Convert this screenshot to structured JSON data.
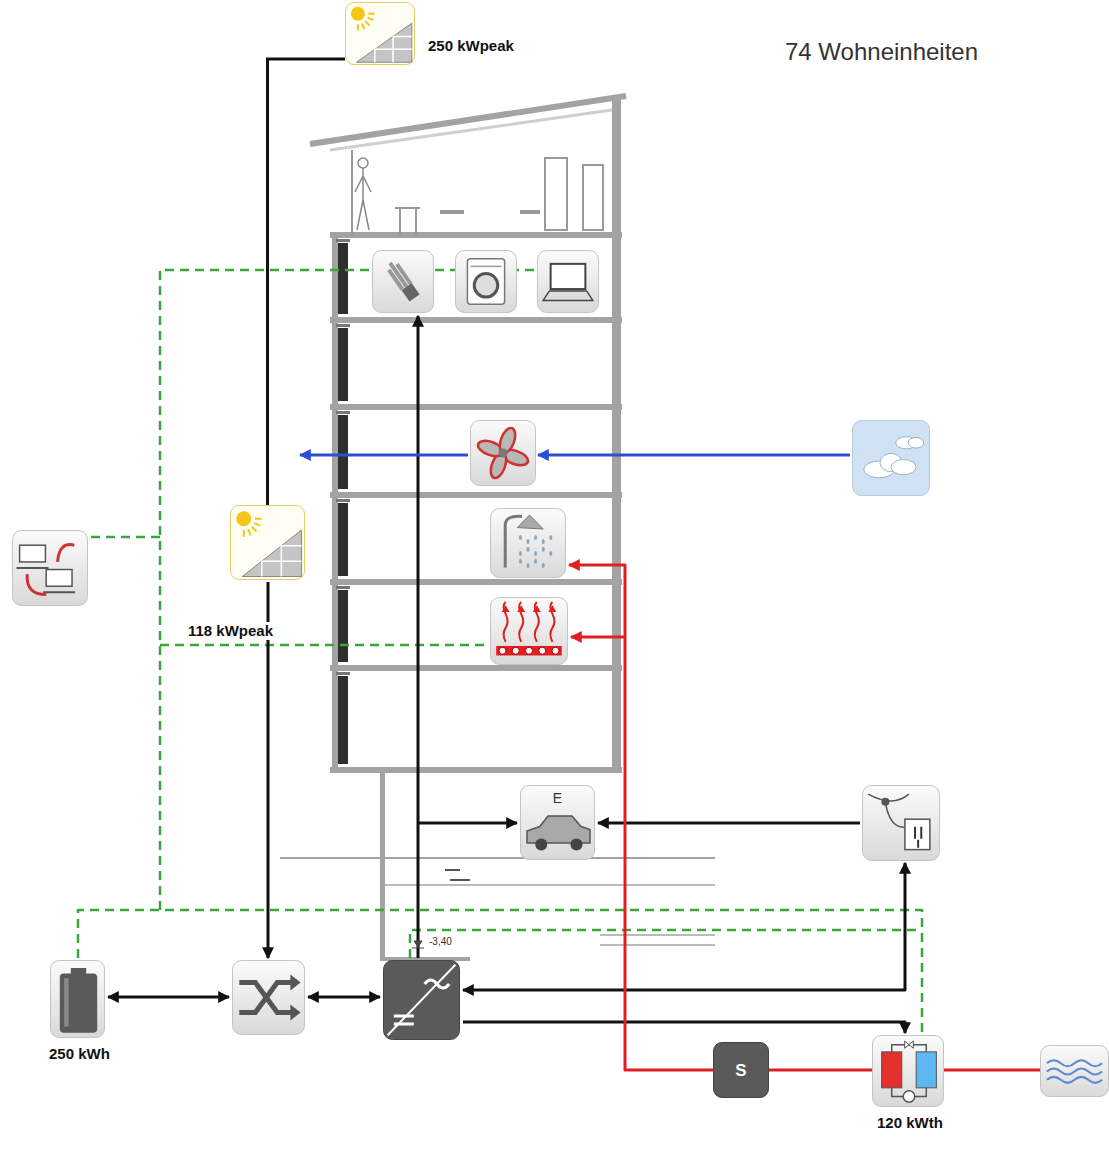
{
  "diagram": {
    "title": "74 Wohneinheiten",
    "nodes": [
      {
        "text": [
          "250 kWpeak"
        ]
      },
      {
        "text": [
          "118 kWpeak"
        ]
      },
      {
        "text": [
          "E"
        ]
      },
      {
        "text": [
          "250 kWh"
        ]
      },
      {
        "text": [
          "S"
        ]
      },
      {
        "text": [
          "120 kWth"
        ]
      }
    ],
    "edges": [
      {
        "from": 0,
        "to": 1,
        "arrow": "none"
      },
      {
        "from": 4,
        "to": 5,
        "arrow": "none"
      }
    ],
    "labels": [
      "-3,40"
    ]
  }
}
